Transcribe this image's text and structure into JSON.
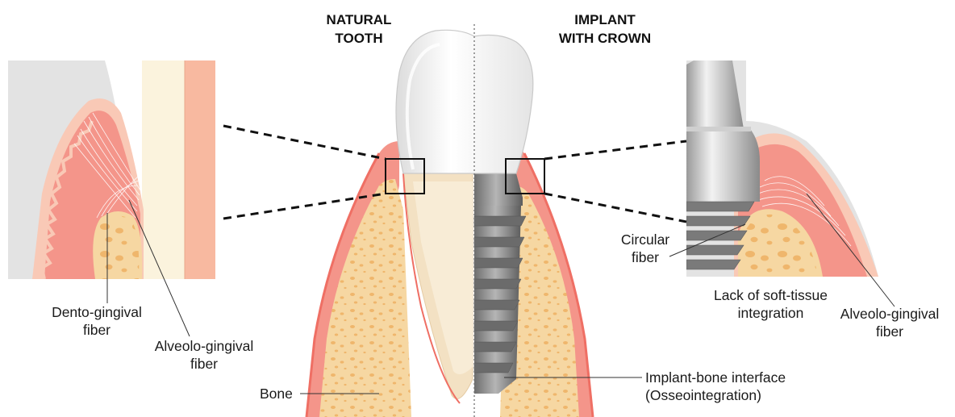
{
  "headers": {
    "natural_line1": "NATURAL",
    "natural_line2": "TOOTH",
    "implant_line1": "IMPLANT",
    "implant_line2": "WITH CROWN"
  },
  "labels": {
    "dento_gingival_1": "Dento-gingival",
    "dento_gingival_2": "fiber",
    "alveolo_left_1": "Alveolo-gingival",
    "alveolo_left_2": "fiber",
    "bone": "Bone",
    "implant_interface_1": "Implant-bone interface",
    "implant_interface_2": "(Osseointegration)",
    "circular_1": "Circular",
    "circular_2": "fiber",
    "lack_1": "Lack of soft-tissue",
    "lack_2": "integration",
    "alveolo_right_1": "Alveolo-gingival",
    "alveolo_right_2": "fiber"
  },
  "colors": {
    "gingiva": "#f4958a",
    "gingiva_edge": "#ef6f64",
    "gingiva_light": "#f9c9b6",
    "bone": "#f6d7a2",
    "bone_pore": "#efb66c",
    "enamel": "#f2f2f2",
    "dentin": "#f7efde",
    "implant": "#8c8c8c",
    "background_panel": "#e3e3e3"
  }
}
